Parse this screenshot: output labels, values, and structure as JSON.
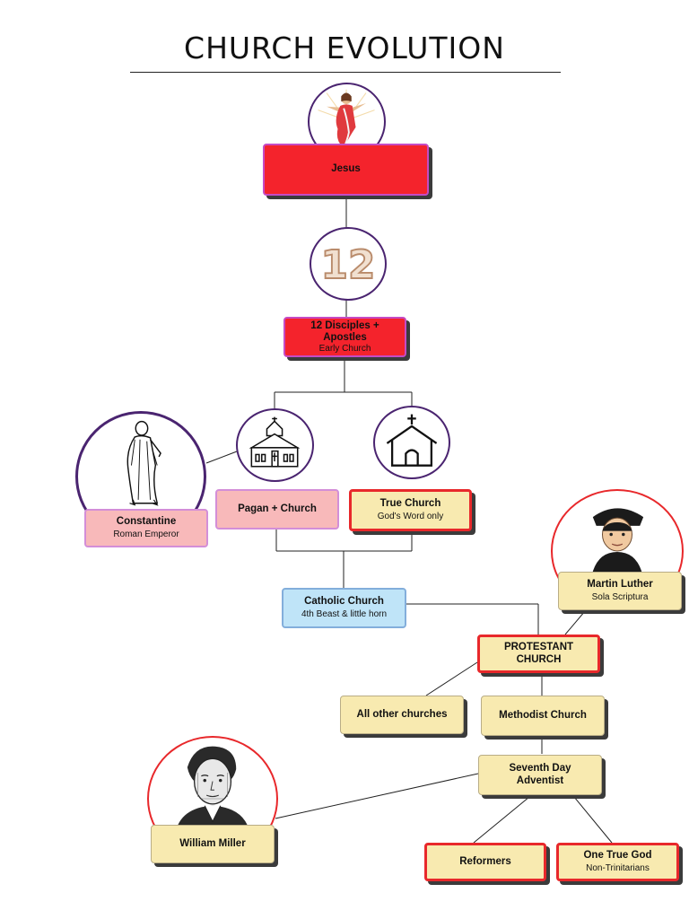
{
  "title": "CHURCH EVOLUTION",
  "nodes": {
    "jesus": {
      "label": "Jesus"
    },
    "disciples": {
      "label": "12 Disciples + Apostles",
      "sub": "Early Church"
    },
    "pagan": {
      "label": "Pagan + Church"
    },
    "true_church": {
      "label": "True Church",
      "sub": "God's Word only"
    },
    "constantine": {
      "label": "Constantine",
      "sub": "Roman Emperor"
    },
    "catholic": {
      "label": "Catholic Church",
      "sub": "4th Beast & little horn"
    },
    "luther": {
      "label": "Martin Luther",
      "sub": "Sola Scriptura"
    },
    "protestant": {
      "label": "PROTESTANT CHURCH"
    },
    "other_churches": {
      "label": "All other churches"
    },
    "methodist": {
      "label": "Methodist Church"
    },
    "sda": {
      "label": "Seventh Day Adventist"
    },
    "miller": {
      "label": "William Miller"
    },
    "reformers": {
      "label": "Reformers"
    },
    "one_true_god": {
      "label": "One True God",
      "sub": "Non-Trinitarians"
    }
  },
  "badge_number": "12",
  "colors": {
    "red": "#f4232c",
    "pink": "#f8b9ba",
    "cream": "#f8eab0",
    "blue": "#bfe4f8",
    "purple": "#4a2470",
    "outline_red": "#e8282b"
  }
}
